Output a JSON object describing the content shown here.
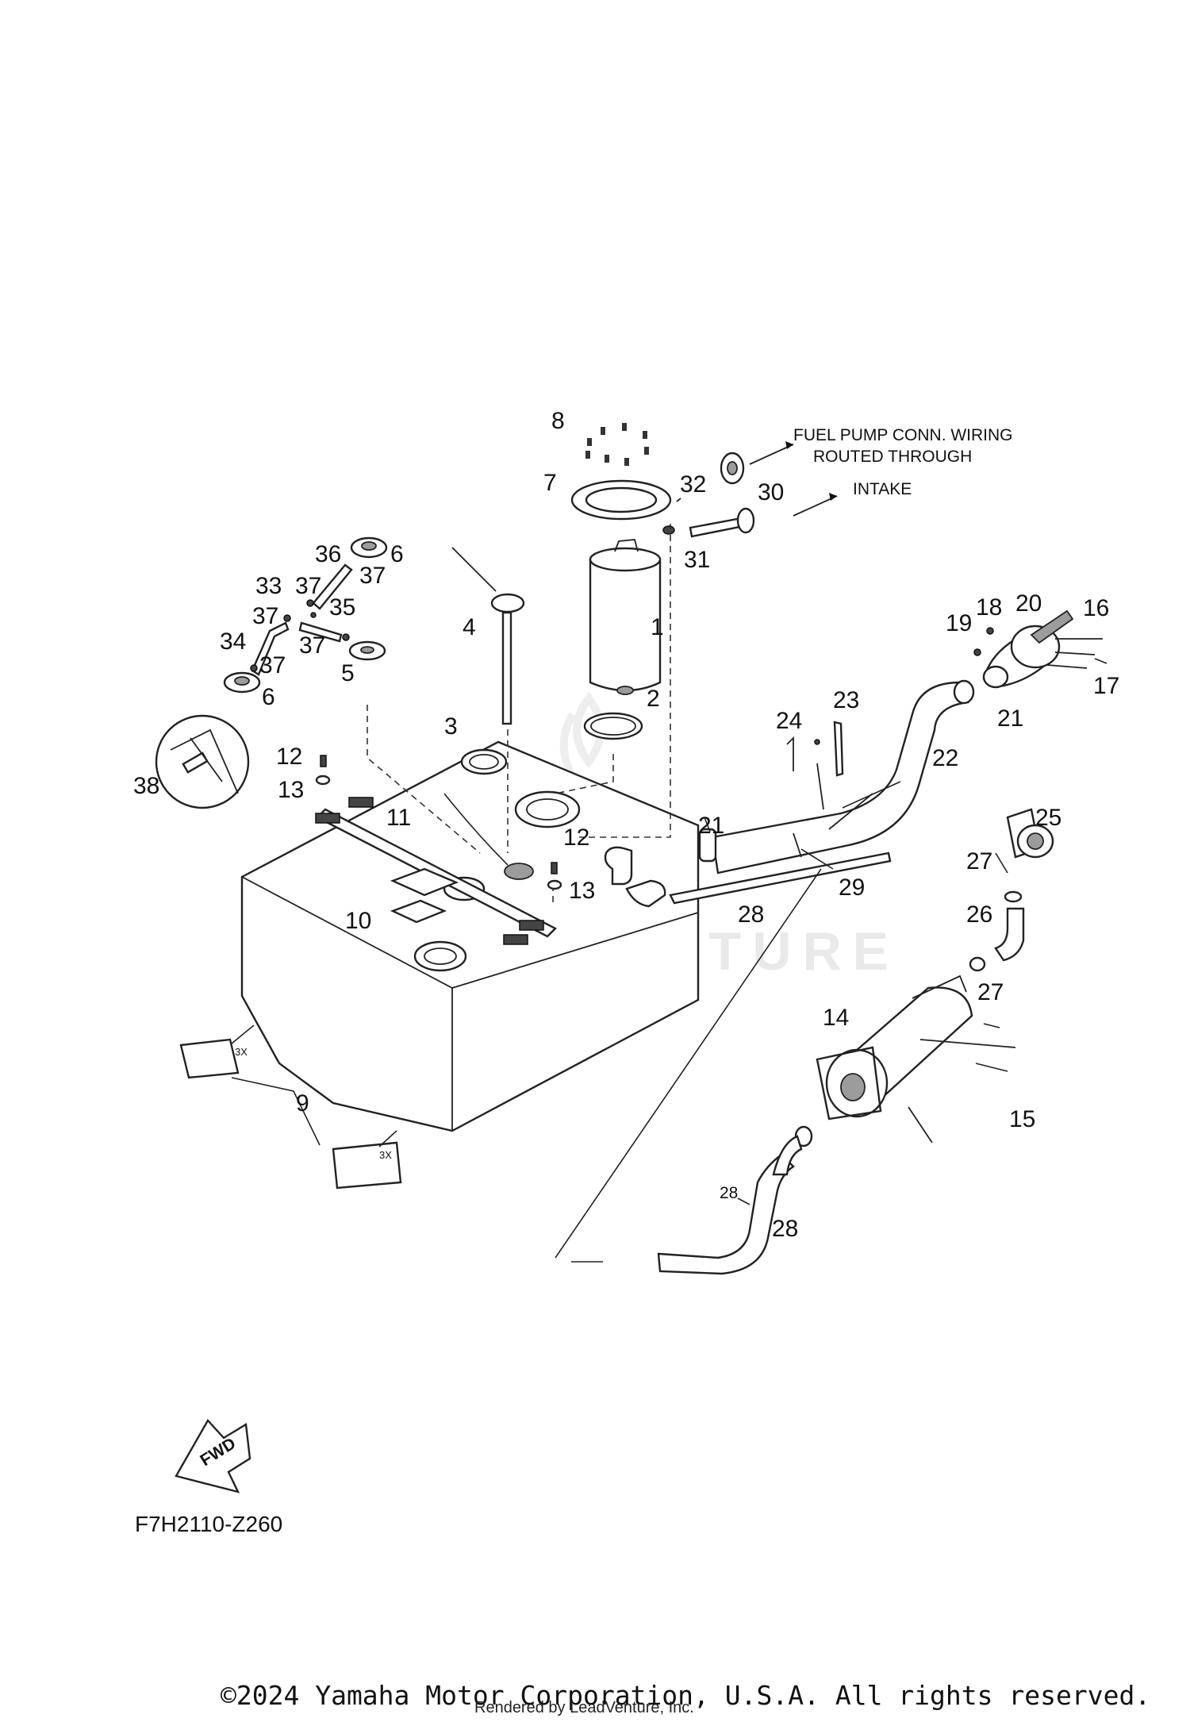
{
  "diagram": {
    "callouts": {
      "c1": "1",
      "c2": "2",
      "c3": "3",
      "c4": "4",
      "c5": "5",
      "c6a": "6",
      "c6b": "6",
      "c7": "7",
      "c8": "8",
      "c9": "9",
      "c10": "10",
      "c11": "11",
      "c12a": "12",
      "c12b": "12",
      "c13a": "13",
      "c13b": "13",
      "c14": "14",
      "c15": "15",
      "c16": "16",
      "c17": "17",
      "c18": "18",
      "c19": "19",
      "c20": "20",
      "c21a": "21",
      "c21b": "21",
      "c22": "22",
      "c23": "23",
      "c24": "24",
      "c25": "25",
      "c26": "26",
      "c27a": "27",
      "c27b": "27",
      "c28a": "28",
      "c28b": "28",
      "c28c": "28",
      "c29": "29",
      "c30": "30",
      "c31": "31",
      "c32": "32",
      "c33": "33",
      "c34": "34",
      "c35": "35",
      "c36": "36",
      "c37a": "37",
      "c37b": "37",
      "c37c": "37",
      "c37d": "37",
      "c38": "38"
    },
    "notes": {
      "wiring_line1": "FUEL PUMP CONN. WIRING",
      "wiring_line2": "ROUTED THROUGH",
      "intake": "INTAKE",
      "qty_a": "3X",
      "qty_b": "3X"
    },
    "fwd_label": "FWD",
    "diagram_code": "F7H2110-Z260",
    "watermark": "LEADVENTURE",
    "footer": {
      "copyright": "©2024 Yamaha Motor Corporation, U.S.A. All rights reserved.",
      "rendered_by": "Rendered by LeadVenture, Inc."
    }
  }
}
